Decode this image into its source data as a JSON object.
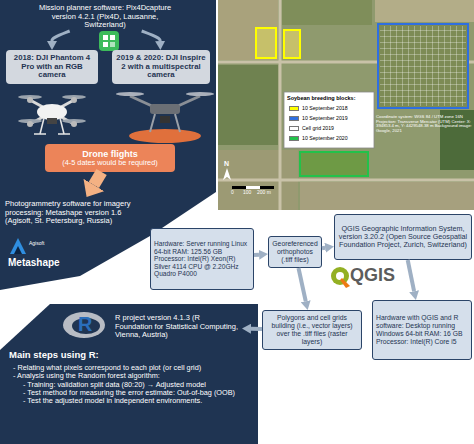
{
  "diagram": {
    "nodes": [
      {
        "text": [
          "Mission planner software: Pix4Dcapture version 4.2.1 (Pix4D, Lausanne, Switzerland)"
        ]
      },
      {
        "text": [
          "2018: DJI Phantom 4 Pro with an RGB camera"
        ]
      },
      {
        "text": [
          "2019 & 2020: DJI Inspire 2 with a multispectral camera"
        ]
      },
      {
        "text": [
          "Drone flights",
          "(4-5 dates would be required)"
        ]
      },
      {
        "text": [
          "Photogrammetry software for imagery processing: Metashape version 1.6 (Agisoft, St. Petersburg, Russia)"
        ]
      },
      {
        "text": [
          "Hardware: Server running Linux 64-bit RAM: 125.56 GB Processor: Intel(R) Xeon(R) Silver 4114 CPU @ 2.20GHz Quadro P4000"
        ]
      },
      {
        "text": [
          "Georeferenced orthophotos (.tiff files)"
        ]
      },
      {
        "text": [
          "QGIS Geographic Information System, version 3.20.2 (Open Source Geospatial Foundation Project, Zurich, Switzerland)"
        ]
      },
      {
        "text": [
          "Polygons and cell grids building (i.e., vector layers) over the .tiff files (raster layers)"
        ]
      },
      {
        "text": [
          "Hardware with QGIS and R software: Desktop running Windows 64-bit RAM: 16 GB Processor: Intel(R) Core i5"
        ]
      },
      {
        "text": [
          "R project version 4.1.3 (R Foundation for Statistical Computing, Vienna, Austria)"
        ]
      },
      {
        "text": [
          "Main steps using R:",
          "- Relating what pixels correspond to each plot (or cell grid)",
          "- Analysis using the Random forest algorithm:",
          "- Training: validation split data (80:20) → Adjusted model",
          "- Test method for measuring the error estimate: Out-of-bag (OOB)",
          "- Test the adjusted model in independent environments."
        ]
      }
    ],
    "edges": [
      {
        "from": 0,
        "to": 1,
        "arrow": "to"
      },
      {
        "from": 0,
        "to": 2,
        "arrow": "to"
      },
      {
        "from": 3,
        "to": 4,
        "arrow": "to"
      },
      {
        "from": 5,
        "to": 6,
        "arrow": "to"
      },
      {
        "from": 6,
        "to": 7,
        "arrow": "to"
      },
      {
        "from": 6,
        "to": 8,
        "arrow": "to"
      },
      {
        "from": 7,
        "to": 9,
        "arrow": "to"
      },
      {
        "from": 8,
        "to": 10,
        "arrow": "to"
      }
    ],
    "labels": [
      "Soybean breeding blocks:",
      "Coordinate system: WGS 84 / UTM zone 16N Projection: Transverse Mercator (UTM) Center: X: 394853.4 m, Y: 4429548.38 m Background image: Google, 2021",
      "0",
      "100",
      "200 m",
      "N",
      "Agisoft",
      "Metashape",
      "QGIS",
      "R"
    ],
    "legend": [
      {
        "text": "10 September 2018",
        "color": "#ffff00"
      },
      {
        "text": "10 September 2019",
        "color": "#2f6fe0"
      },
      {
        "text": "Cell grid 2019",
        "color": "#ffffff"
      },
      {
        "text": "10 September 2020",
        "color": "#22c24a"
      }
    ]
  }
}
